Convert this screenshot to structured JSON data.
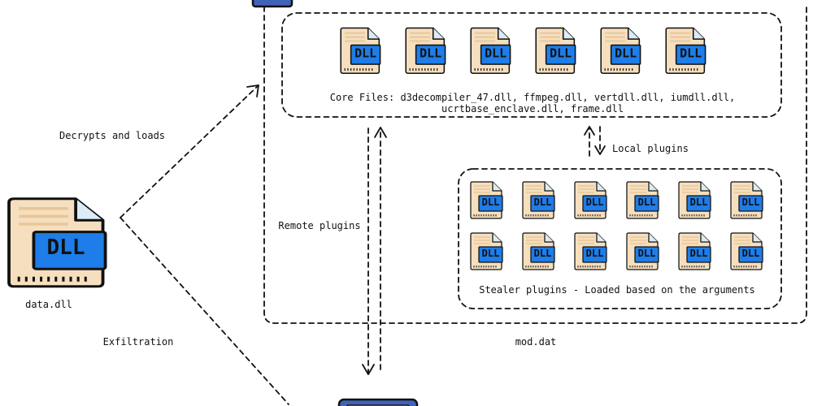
{
  "colors": {
    "file_body": "#f6dfbe",
    "file_stripe": "#e8c79a",
    "badge": "#1e7de8",
    "outline": "#111111",
    "server_fill": "#3f63b8"
  },
  "icons": {
    "file": "dll-file-icon",
    "server": "server-icon"
  },
  "dll_label": "DLL",
  "source": {
    "caption": "data.dll"
  },
  "edges": {
    "decrypts": "Decrypts and loads",
    "exfiltration": "Exfiltration",
    "remote": "Remote plugins",
    "local": "Local plugins"
  },
  "container": {
    "caption": "mod.dat"
  },
  "core": {
    "file_count": 6,
    "caption_line1": "Core Files: d3decompiler_47.dll, ffmpeg.dll, vertdll.dll, iumdll.dll,",
    "caption_line2": "ucrtbase_enclave.dll, frame.dll"
  },
  "stealer": {
    "rows": 2,
    "per_row": 6,
    "caption": "Stealer plugins - Loaded based on the arguments"
  }
}
